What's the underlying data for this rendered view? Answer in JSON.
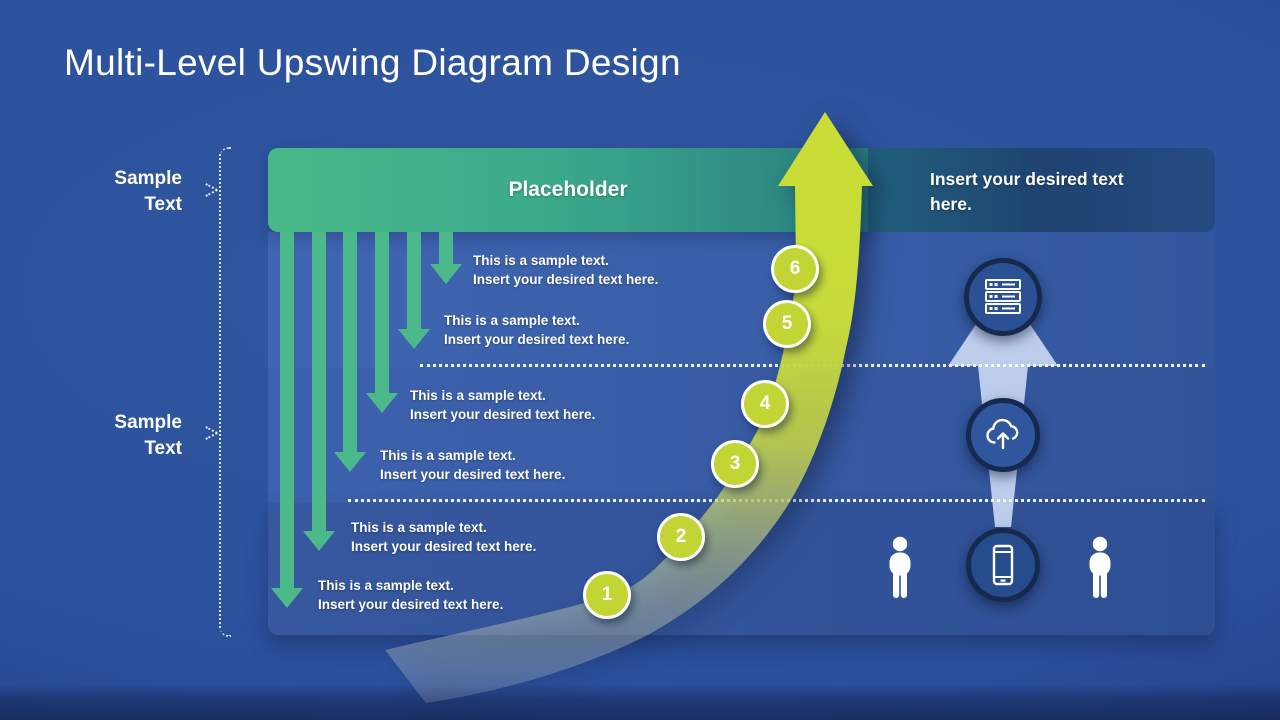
{
  "slide": {
    "title": "Multi-Level Upswing Diagram Design",
    "left_labels": [
      "Sample Text",
      "Sample Text"
    ],
    "header": {
      "placeholder": "Placeholder",
      "description": "Insert your desired text here."
    },
    "steps": [
      {
        "number": "1",
        "text_line1": "This is a sample text.",
        "text_line2": "Insert your desired text here."
      },
      {
        "number": "2",
        "text_line1": "This is a sample text.",
        "text_line2": "Insert your desired text here."
      },
      {
        "number": "3",
        "text_line1": "This is a sample text.",
        "text_line2": "Insert your desired text here."
      },
      {
        "number": "4",
        "text_line1": "This is a sample text.",
        "text_line2": "Insert your desired text here."
      },
      {
        "number": "5",
        "text_line1": "This is a sample text.",
        "text_line2": "Insert your desired text here."
      },
      {
        "number": "6",
        "text_line1": "This is a sample text.",
        "text_line2": "Insert your desired text here."
      }
    ],
    "icons": {
      "flow_column": [
        "server-icon",
        "cloud-upload-icon",
        "smartphone-icon"
      ],
      "people": [
        "person-icon",
        "person-icon"
      ]
    },
    "colors": {
      "greenBar1": "#49b888",
      "greenBar2": "#2a7e81",
      "darkBar1": "#20607c",
      "darkBar2": "#254a82",
      "arrowGreen": "#4cb98b",
      "upswingYellow": "#c9dc35",
      "circleYellow": "#c3d435",
      "navyCircleFill": "#2b5094",
      "navyCircleRing": "#16294f",
      "beamBlue": "#c7d6f1",
      "background": "#2d529e"
    }
  }
}
